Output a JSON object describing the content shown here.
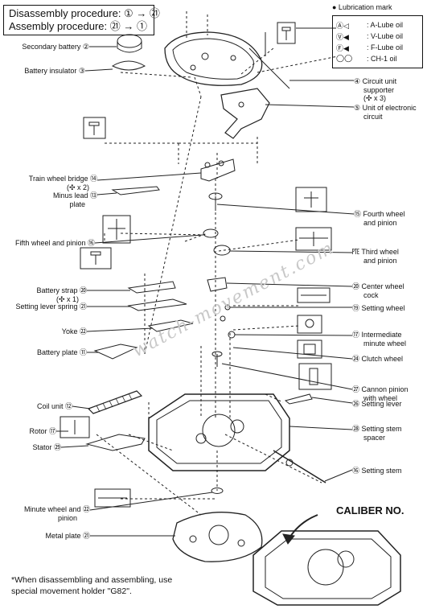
{
  "header": {
    "disassembly": "Disassembly procedure: ① → ㉑",
    "assembly": "Assembly procedure: ㉑ → ①"
  },
  "lubrication": {
    "title": "● Lubrication mark",
    "items": [
      {
        "symbol": "Ⓐ◁",
        "label": ": A-Lube oil"
      },
      {
        "symbol": "Ⓥ◀",
        "label": ": V-Lube oil"
      },
      {
        "symbol": "Ⓕ◀",
        "label": ": F-Lube oil"
      },
      {
        "symbol": "◯◯",
        "label": ": CH-1 oil"
      }
    ]
  },
  "labels": {
    "secondary_battery": "Secondary battery ②",
    "battery_insulator": "Battery insulator ③",
    "circuit_supporter_1": "④ Circuit unit",
    "circuit_supporter_2": "supporter",
    "circuit_supporter_3": "(✣ x 3)",
    "electronic_1": "⑤ Unit of electronic",
    "electronic_2": "circuit",
    "train_bridge_1": "Train wheel bridge ⑭",
    "train_bridge_2": "(✣ x 2)",
    "minus_lead_1": "Minus lead ⑬",
    "minus_lead_2": "plate",
    "fourth_wheel_1": "⑮ Fourth wheel",
    "fourth_wheel_2": "and pinion",
    "fifth_wheel": "Fifth wheel and pinion ⑯",
    "third_wheel_1": "㉐ Third wheel",
    "third_wheel_2": "and pinion",
    "center_wheel_1": "⑳ Center wheel",
    "center_wheel_2": "cock",
    "battery_strap_1": "Battery strap ⑳",
    "battery_strap_2": "(✣ x 1)",
    "setting_lever_spring": "Setting lever spring ㉑",
    "setting_wheel": "⑲ Setting wheel",
    "yoke": "Yoke ㉒",
    "intermediate_1": "⑰ Intermediate",
    "intermediate_2": "minute wheel",
    "battery_plate": "Battery plate ⑪",
    "clutch_wheel": "㉔ Clutch wheel",
    "cannon_pinion_1": "㉗ Cannon pinion",
    "cannon_pinion_2": "with wheel",
    "setting_lever": "㉖ Setting lever",
    "coil_unit": "Coil unit ⑫",
    "rotor": "Rotor ⑰",
    "stator": "Stator ㉙",
    "stem_spacer_1": "㉘ Setting stem",
    "stem_spacer_2": "spacer",
    "setting_stem": "⑯ Setting stem",
    "minute_wheel_1": "Minute wheel and ㉒",
    "minute_wheel_2": "pinion",
    "metal_plate": "Metal plate ㉑"
  },
  "caliber": "CALIBER NO.",
  "note_1": "*When disassembling and assembling, use",
  "note_2": "special movement holder \"G82\".",
  "watermark": "watch-movement.com"
}
